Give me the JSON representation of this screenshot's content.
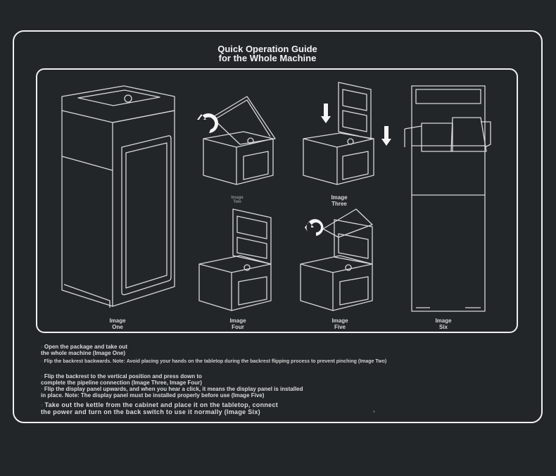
{
  "guide": {
    "title_line1": "Quick Operation Guide",
    "title_line2": "for the Whole Machine"
  },
  "captions": {
    "one": "Image\nOne",
    "two": "Image\nTwo",
    "three": "Image\nThree",
    "four": "Image\nFour",
    "five": "Image\nFive",
    "six": "Image\nSix"
  },
  "steps": {
    "s1": "Open the package and take out\nthe whole machine (Image One)",
    "s2": "Flip the backrest backwards. Note: Avoid placing your hands on the tabletop during the backrest flipping process to prevent pinching (Image Two)",
    "s3": "Flip the backrest to the vertical position and press down to\ncomplete the pipeline connection (Image Three, Image Four)",
    "s4": "Flip the display panel upwards, and when you hear a click, it means the display panel is installed\nin place. Note: The display panel must be installed properly before use (Image Five)",
    "s5": "Take out the kettle from the cabinet and place it on the tabletop, connect\nthe power and turn on the back switch to use it normally (Image Six)"
  },
  "colors": {
    "background": "#222629",
    "line": "#f0f0f0"
  }
}
